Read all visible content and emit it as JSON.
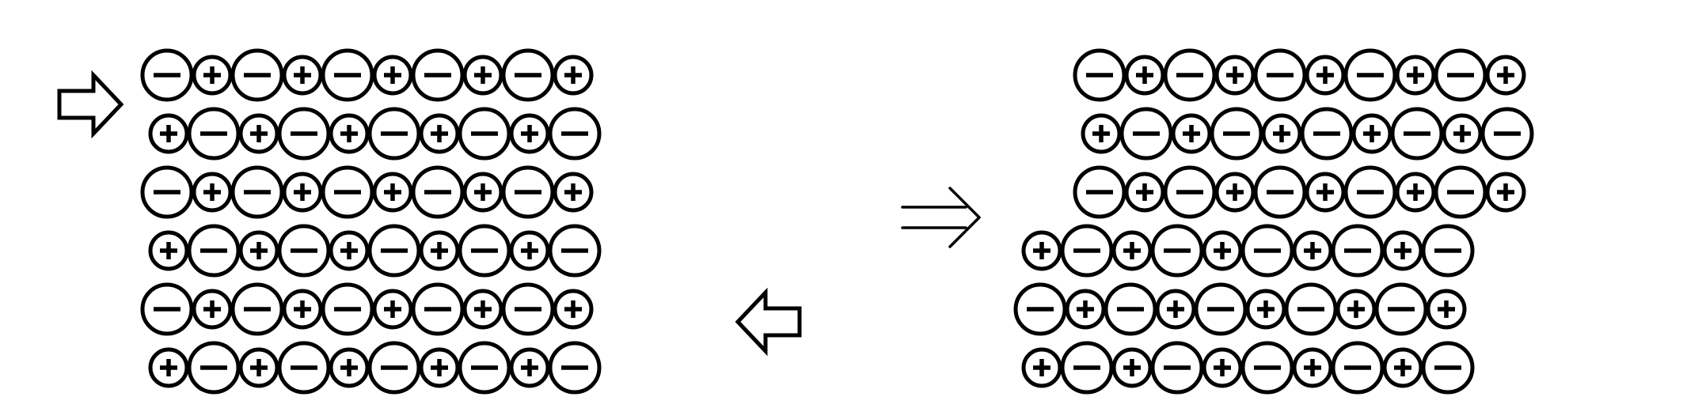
{
  "diagram": {
    "description_free": true,
    "ion_types": {
      "anion": {
        "symbol": "−",
        "ring_color": "#000000"
      },
      "cation": {
        "symbol": "+",
        "ring_color": "#000000"
      }
    },
    "left_lattice": {
      "state": "before-stress",
      "rows": [
        [
          "anion",
          "cation",
          "anion",
          "cation",
          "anion",
          "cation",
          "anion",
          "cation",
          "anion",
          "cation"
        ],
        [
          "cation",
          "anion",
          "cation",
          "anion",
          "cation",
          "anion",
          "cation",
          "anion",
          "cation",
          "anion"
        ],
        [
          "anion",
          "cation",
          "anion",
          "cation",
          "anion",
          "cation",
          "anion",
          "cation",
          "anion",
          "cation"
        ],
        [
          "cation",
          "anion",
          "cation",
          "anion",
          "cation",
          "anion",
          "cation",
          "anion",
          "cation",
          "anion"
        ],
        [
          "anion",
          "cation",
          "anion",
          "cation",
          "anion",
          "cation",
          "anion",
          "cation",
          "anion",
          "cation"
        ],
        [
          "cation",
          "anion",
          "cation",
          "anion",
          "cation",
          "anion",
          "cation",
          "anion",
          "cation",
          "anion"
        ]
      ],
      "row_shift": [
        0,
        0,
        0,
        0,
        0,
        0
      ]
    },
    "right_lattice": {
      "state": "after-shear",
      "rows": [
        [
          "anion",
          "cation",
          "anion",
          "cation",
          "anion",
          "cation",
          "anion",
          "cation",
          "anion",
          "cation"
        ],
        [
          "cation",
          "anion",
          "cation",
          "anion",
          "cation",
          "anion",
          "cation",
          "anion",
          "cation",
          "anion"
        ],
        [
          "anion",
          "cation",
          "anion",
          "cation",
          "anion",
          "cation",
          "anion",
          "cation",
          "anion",
          "cation"
        ],
        [
          "cation",
          "anion",
          "cation",
          "anion",
          "cation",
          "anion",
          "cation",
          "anion",
          "cation",
          "anion"
        ],
        [
          "anion",
          "cation",
          "anion",
          "cation",
          "anion",
          "cation",
          "anion",
          "cation",
          "anion",
          "cation"
        ],
        [
          "cation",
          "anion",
          "cation",
          "anion",
          "cation",
          "anion",
          "cation",
          "anion",
          "cation",
          "anion"
        ]
      ],
      "row_shift": [
        1,
        1,
        1,
        0,
        0,
        0
      ]
    },
    "arrows": [
      {
        "id": "force-arrow-top-left",
        "direction": "right"
      },
      {
        "id": "force-arrow-bottom-right",
        "direction": "left"
      }
    ],
    "transition": {
      "symbol": "implies",
      "direction": "right"
    }
  }
}
